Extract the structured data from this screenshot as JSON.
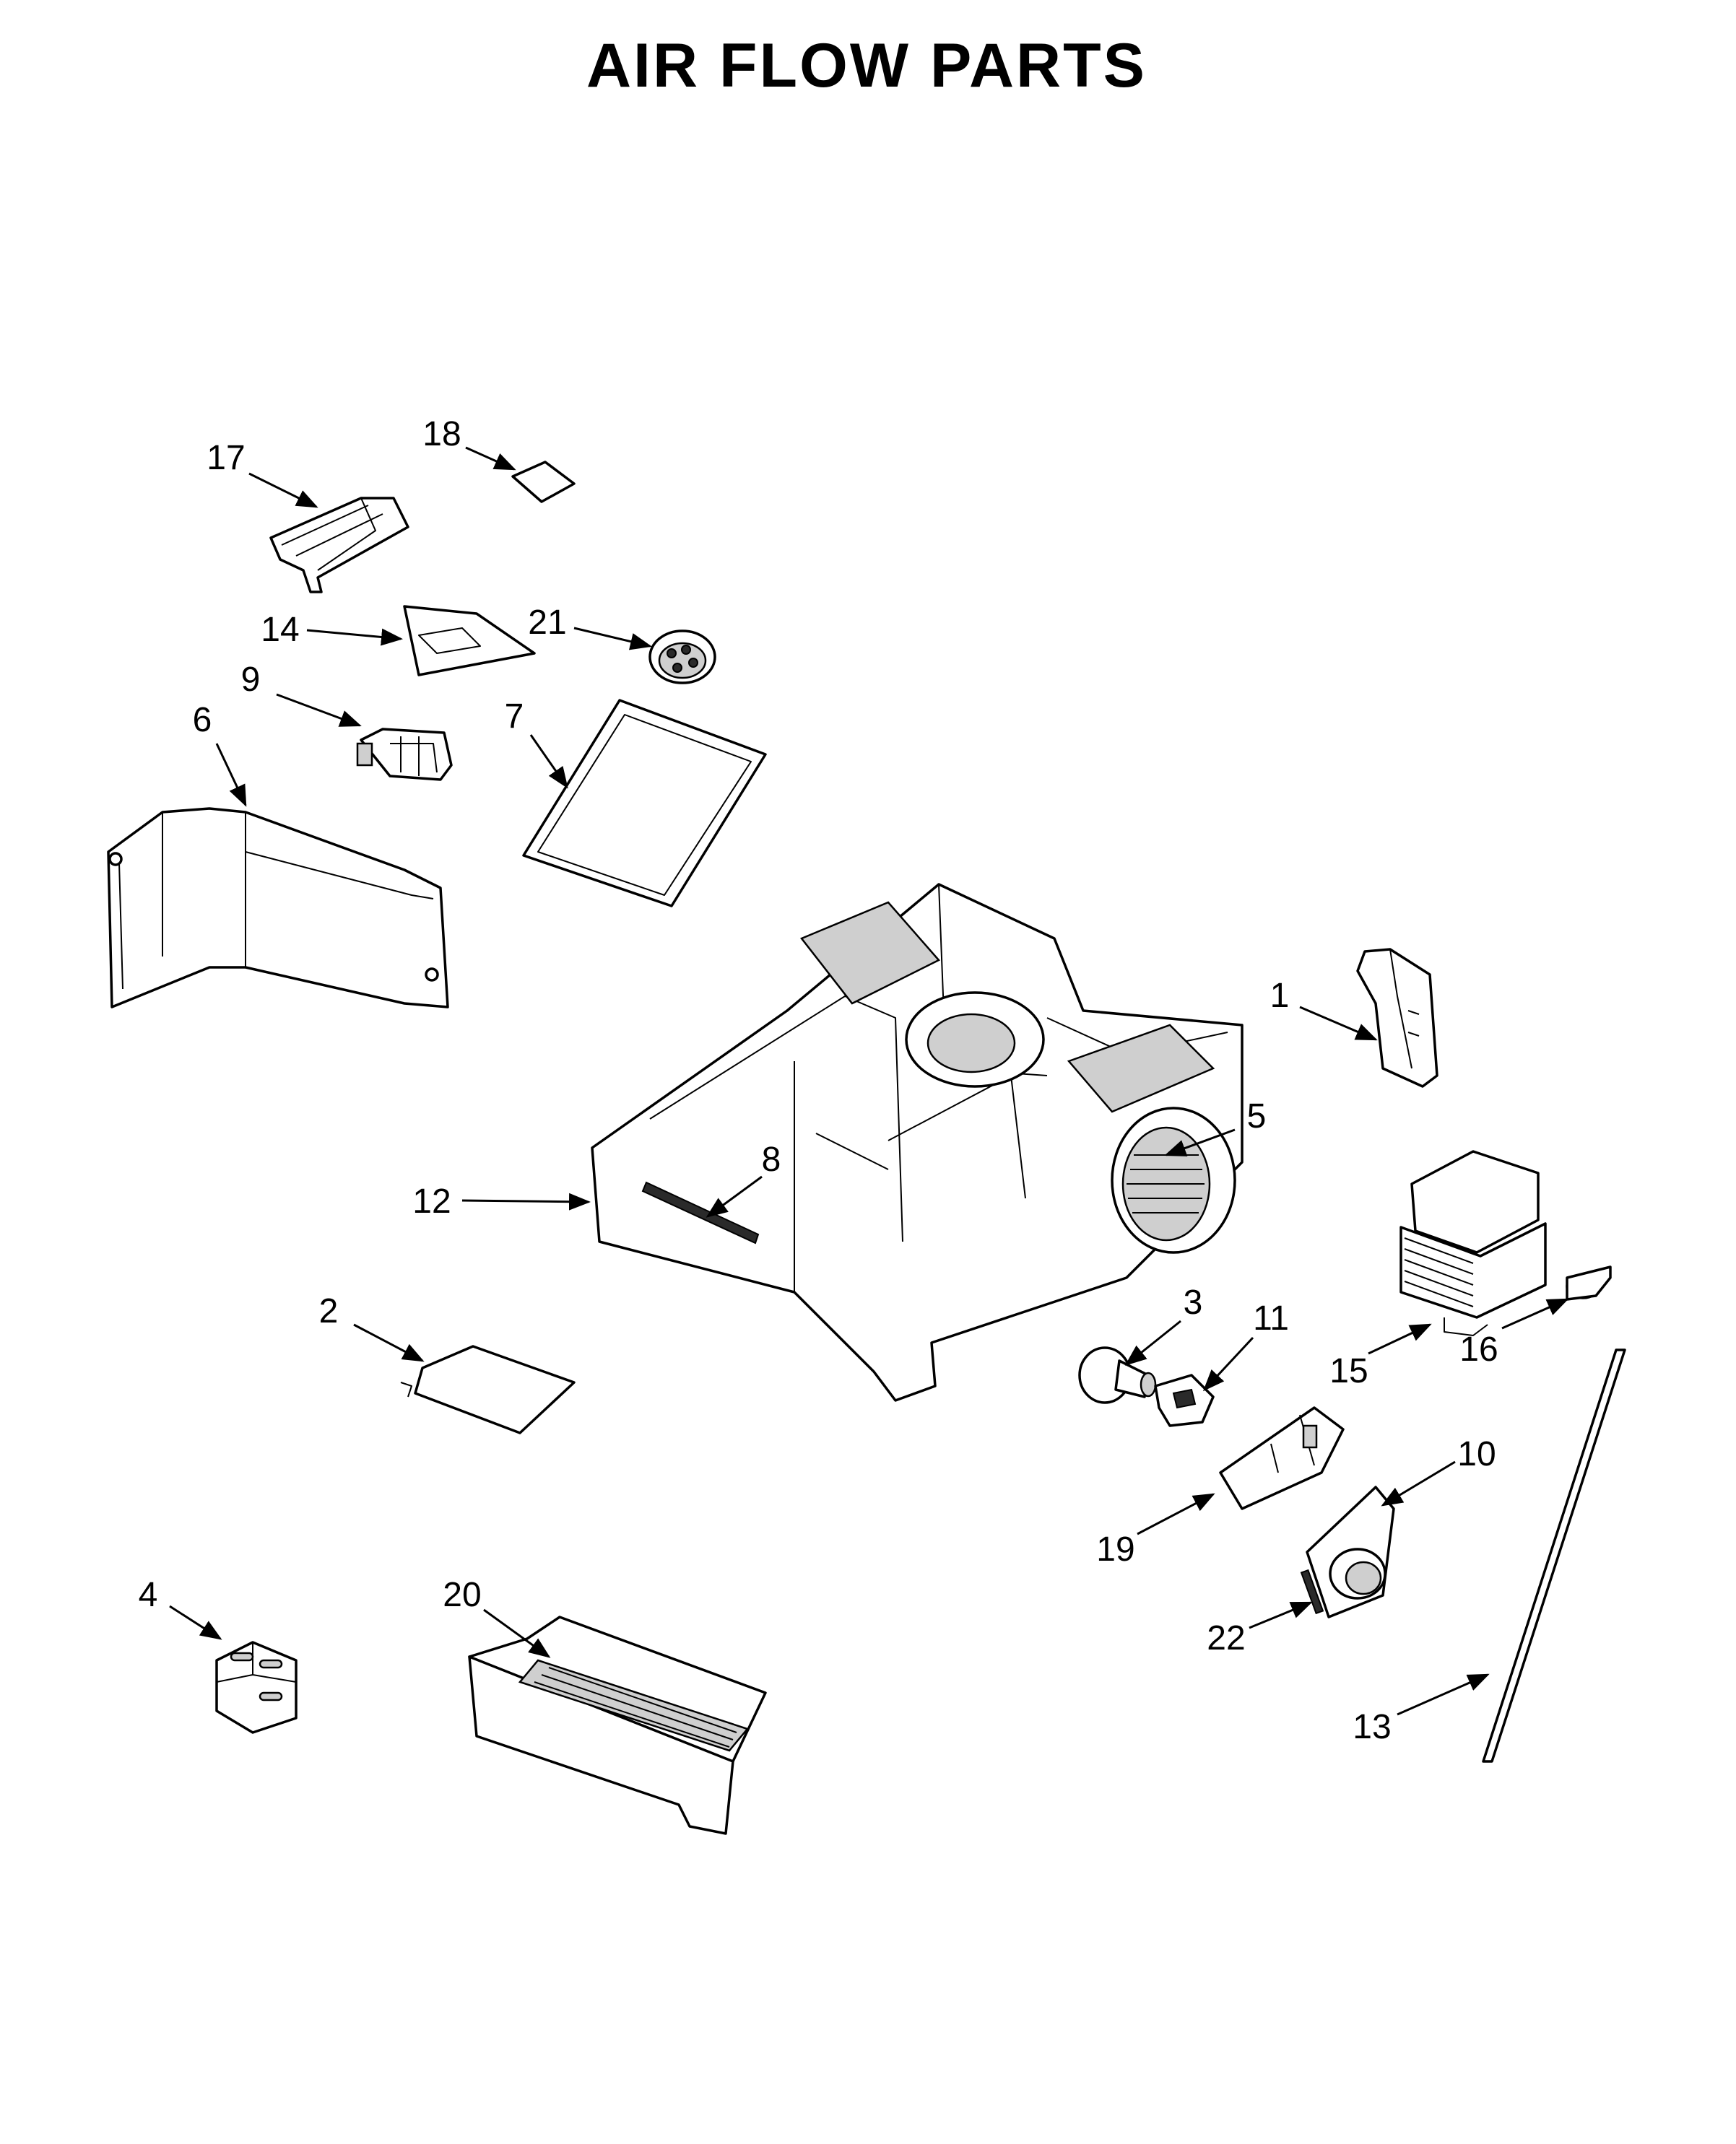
{
  "title": "AIR FLOW PARTS",
  "callouts": [
    {
      "id": "17",
      "label": "17"
    },
    {
      "id": "18",
      "label": "18"
    },
    {
      "id": "14",
      "label": "14"
    },
    {
      "id": "21",
      "label": "21"
    },
    {
      "id": "9",
      "label": "9"
    },
    {
      "id": "6",
      "label": "6"
    },
    {
      "id": "7",
      "label": "7"
    },
    {
      "id": "1",
      "label": "1"
    },
    {
      "id": "5",
      "label": "5"
    },
    {
      "id": "8",
      "label": "8"
    },
    {
      "id": "12",
      "label": "12"
    },
    {
      "id": "2",
      "label": "2"
    },
    {
      "id": "3",
      "label": "3"
    },
    {
      "id": "11",
      "label": "11"
    },
    {
      "id": "15",
      "label": "15"
    },
    {
      "id": "16",
      "label": "16"
    },
    {
      "id": "10",
      "label": "10"
    },
    {
      "id": "19",
      "label": "19"
    },
    {
      "id": "22",
      "label": "22"
    },
    {
      "id": "13",
      "label": "13"
    },
    {
      "id": "4",
      "label": "4"
    },
    {
      "id": "20",
      "label": "20"
    }
  ]
}
